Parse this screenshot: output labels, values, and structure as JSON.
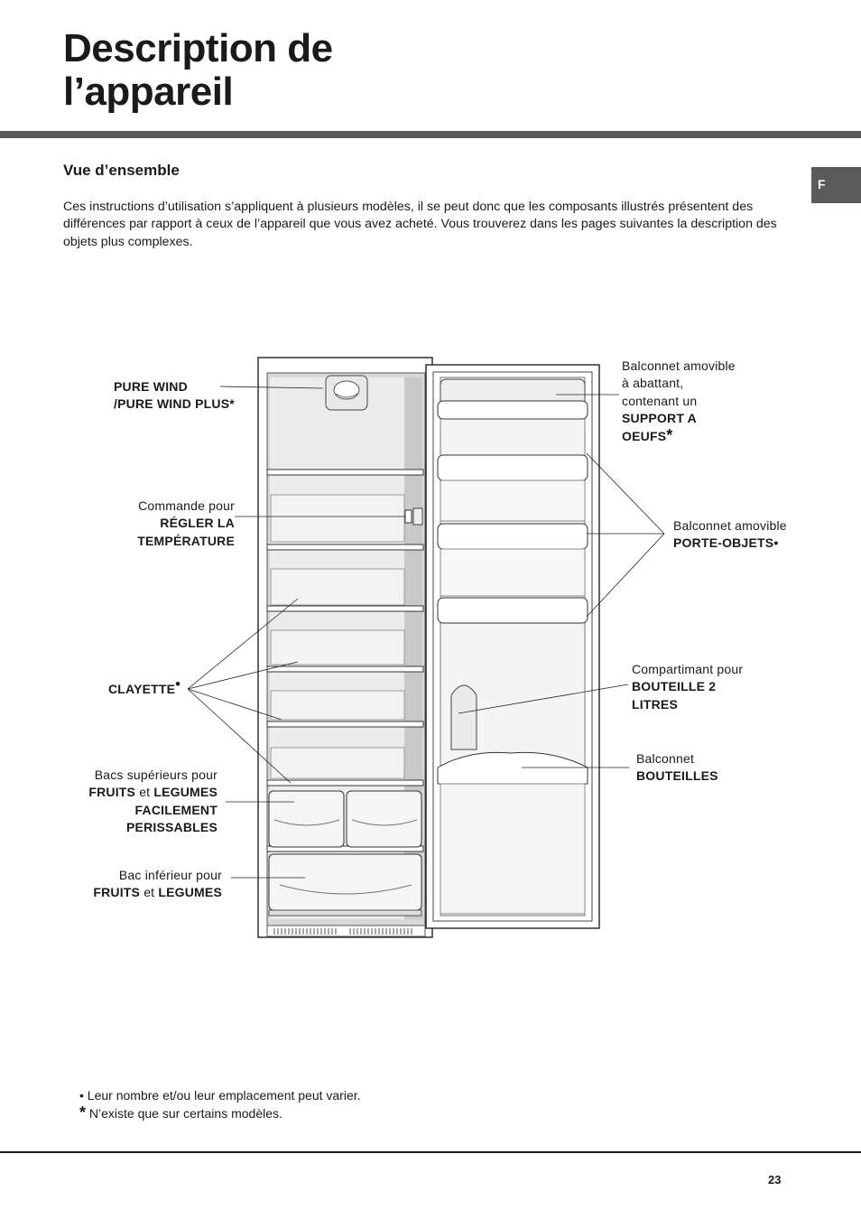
{
  "page": {
    "title_line1": "Description de",
    "title_line2": "l’appareil",
    "section_title": "Vue d’ensemble",
    "lang_tab": "F",
    "intro": "Ces instructions d’utilisation s’appliquent à plusieurs modèles, il se peut donc que les composants illustrés présentent des différences par rapport à ceux de l’appareil que vous avez acheté. Vous trouverez dans les pages suivantes la description des objets plus complexes.",
    "page_number": "23"
  },
  "labels": {
    "pure_wind": {
      "line1": "PURE WIND",
      "line2": "/PURE WIND PLUS*"
    },
    "commande": {
      "line1": "Commande pour",
      "line2": "RÉGLER LA",
      "line3": "TEMPÉRATURE"
    },
    "clayette": {
      "text": "CLAYETTE",
      "mark": "•"
    },
    "bacs_sup": {
      "line1": "Bacs supérieurs pour",
      "bold_a": "FRUITS",
      "et": "et",
      "bold_b": "LEGUMES",
      "line3": "FACILEMENT",
      "line4": "PERISSABLES"
    },
    "bac_inf": {
      "line1": "Bac inférieur pour",
      "bold_a": "FRUITS",
      "et": "et",
      "bold_b": "LEGUMES"
    },
    "balconnet_oeufs": {
      "line1": "Balconnet amovible",
      "line2": "à abattant,",
      "line3": "contenant un",
      "line4": "SUPPORT A",
      "line5": "OEUFS",
      "mark": "*"
    },
    "balconnet_objets": {
      "line1": "Balconnet amovible",
      "line2": "PORTE-OBJETS",
      "mark": "•"
    },
    "compartiment": {
      "line1": "Compartimant pour",
      "line2": "BOUTEILLE 2",
      "line3": "LITRES"
    },
    "balconnet_bouteilles": {
      "line1": "Balconnet",
      "line2": "BOUTEILLES"
    }
  },
  "notes": [
    {
      "symbol": "•",
      "text": "Leur nombre et/ou leur emplacement peut varier."
    },
    {
      "symbol": "*",
      "text": "N’existe que sur certains modèles."
    }
  ]
}
